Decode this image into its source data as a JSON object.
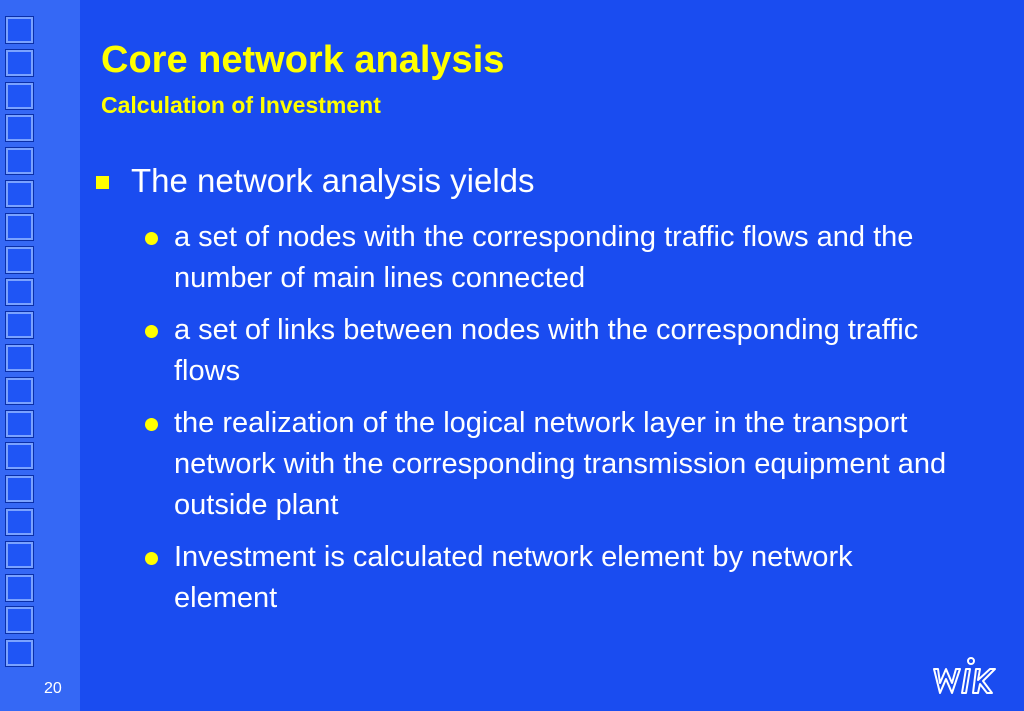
{
  "slide": {
    "title": "Core network analysis",
    "subtitle": "Calculation of Investment",
    "page_number": "20",
    "main_point": "The network analysis yields",
    "sub_points": [
      "a set of nodes with the corresponding traffic flows and the number of main lines connected",
      "a set of links between nodes with the corresponding traffic flows",
      "the realization of the logical network layer in the transport network with the corresponding transmission equipment and outside plant",
      "Investment is calculated network element by network element"
    ],
    "logo": "WIK"
  },
  "colors": {
    "background": "#1a4cf0",
    "sidebar": "#3568f5",
    "title": "#ffff00",
    "bullet": "#ffff00",
    "text": "#ffffff"
  }
}
